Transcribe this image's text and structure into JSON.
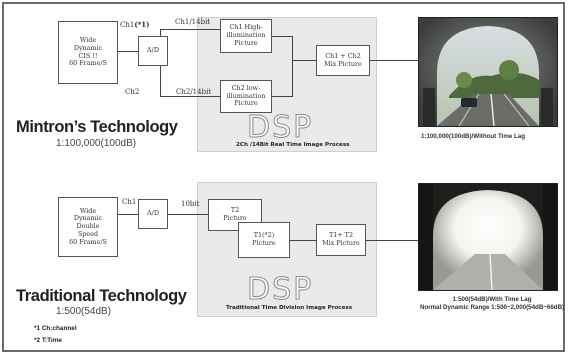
{
  "top": {
    "source_box": "Wide\nDynamic\nCIS !!\n60 Frame/S",
    "ad_box": "A/D",
    "ch1_label": "Ch1",
    "ch1_marker": "(*1)",
    "ch2_label": "Ch2",
    "ch1_14bit": "Ch1/14bit",
    "ch2_14bit": "Ch2/14bit",
    "high_box": "Ch1 High-\nillumination\nPicture",
    "low_box": "Ch2 low-\nillumination\nPicture",
    "mix_box": "Ch1 + Ch2\nMix Picture",
    "dsp_label": "DSP",
    "dsp_caption": "2Ch  /14Bit Real Time Image Process",
    "title": "Mintron’s Technology",
    "subtitle": "1:100,000(100dB)",
    "photo_caption": "1:100,000(100dB)/Without Time Lag"
  },
  "bottom": {
    "source_box": "Wide\nDynamic\nDouble\nSpeed\n60 Frame/S",
    "ad_box": "A/D",
    "ch1_label": "Ch1",
    "bit_label": "10bit",
    "t2_box": "T2\nPicture",
    "t1_box": "T1(*2)\nPicture",
    "mix_box": "T1+ T2\nMix Picture",
    "dsp_label": "DSP",
    "dsp_caption": "Traditional  Time Division Image Process",
    "title": "Traditional Technology",
    "subtitle": "1:500(54dB)",
    "photo_caption_line1": "1:500(54dB)/With Time Lag",
    "photo_caption_line2": "Normal Dynamic Range 1:500~2,000(54dB~66dB)"
  },
  "notes": {
    "note1": "*1 Ch:channel",
    "note2": "*2 T:Time"
  },
  "colors": {
    "dsp_panel": "#eaeaea",
    "frame_border": "#6a6a6a"
  }
}
